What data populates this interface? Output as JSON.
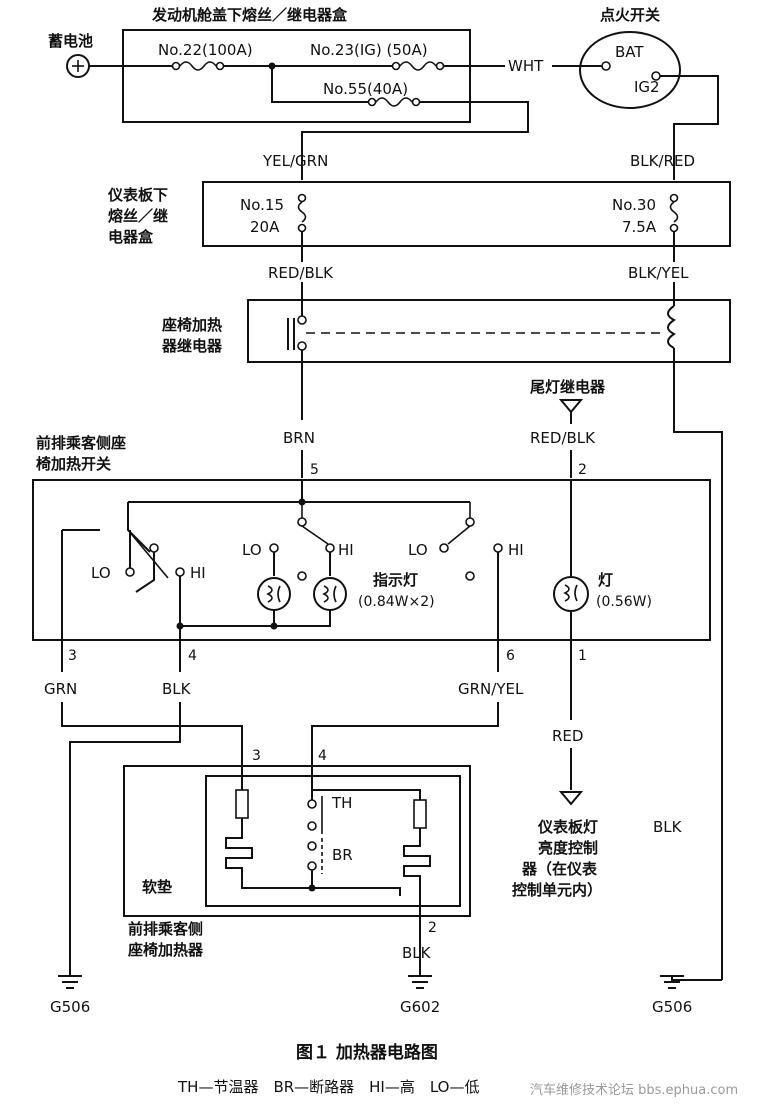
{
  "blocks": {
    "engine_box": "发动机舱盖下熔丝／继电器盒",
    "battery": "蓄电池",
    "ignition_switch": "点火开关",
    "dash_box": "仪表板下\n熔丝／继\n电器盒",
    "seat_relay": "座椅加热\n器继电器",
    "taillight_relay": "尾灯继电器",
    "seat_switch": "前排乘客侧座\n椅加热开关",
    "indicator_lamp": "指示灯",
    "indicator_rating": "(0.84W×2)",
    "lamp": "灯",
    "lamp_rating": "(0.56W)",
    "pad": "软垫",
    "seat_heater": "前排乘客侧\n座椅加热器",
    "dimmer": "仪表板灯\n亮度控制\n器（在仪表\n控制单元内）"
  },
  "fuses": {
    "f22": "No.22(100A)",
    "f23": "No.23(IG) (50A)",
    "f55": "No.55(40A)",
    "f15_no": "No.15",
    "f15_a": "20A",
    "f30_no": "No.30",
    "f30_a": "7.5A"
  },
  "terminals": {
    "bat": "BAT",
    "ig2": "IG2",
    "lo": "LO",
    "hi": "HI",
    "th": "TH",
    "br": "BR"
  },
  "wires": {
    "wht": "WHT",
    "yel_grn": "YEL/GRN",
    "blk_red": "BLK/RED",
    "red_blk": "RED/BLK",
    "blk_yel": "BLK/YEL",
    "brn": "BRN",
    "red_blk2": "RED/BLK",
    "grn": "GRN",
    "blk": "BLK",
    "grn_yel": "GRN/YEL",
    "red": "RED",
    "blk_right": "BLK",
    "blk_heater": "BLK"
  },
  "pins": {
    "p5": "5",
    "p2": "2",
    "p3": "3",
    "p4": "4",
    "p6": "6",
    "p1": "1",
    "h3": "3",
    "h4": "4",
    "h2": "2"
  },
  "grounds": {
    "g506_left": "G506",
    "g602": "G602",
    "g506_right": "G506"
  },
  "caption": "图１ 加热器电路图",
  "legend": "TH—节温器　BR—断路器　HI—高　LO—低",
  "watermark": "汽车维修技术论坛 bbs.ephua.com"
}
